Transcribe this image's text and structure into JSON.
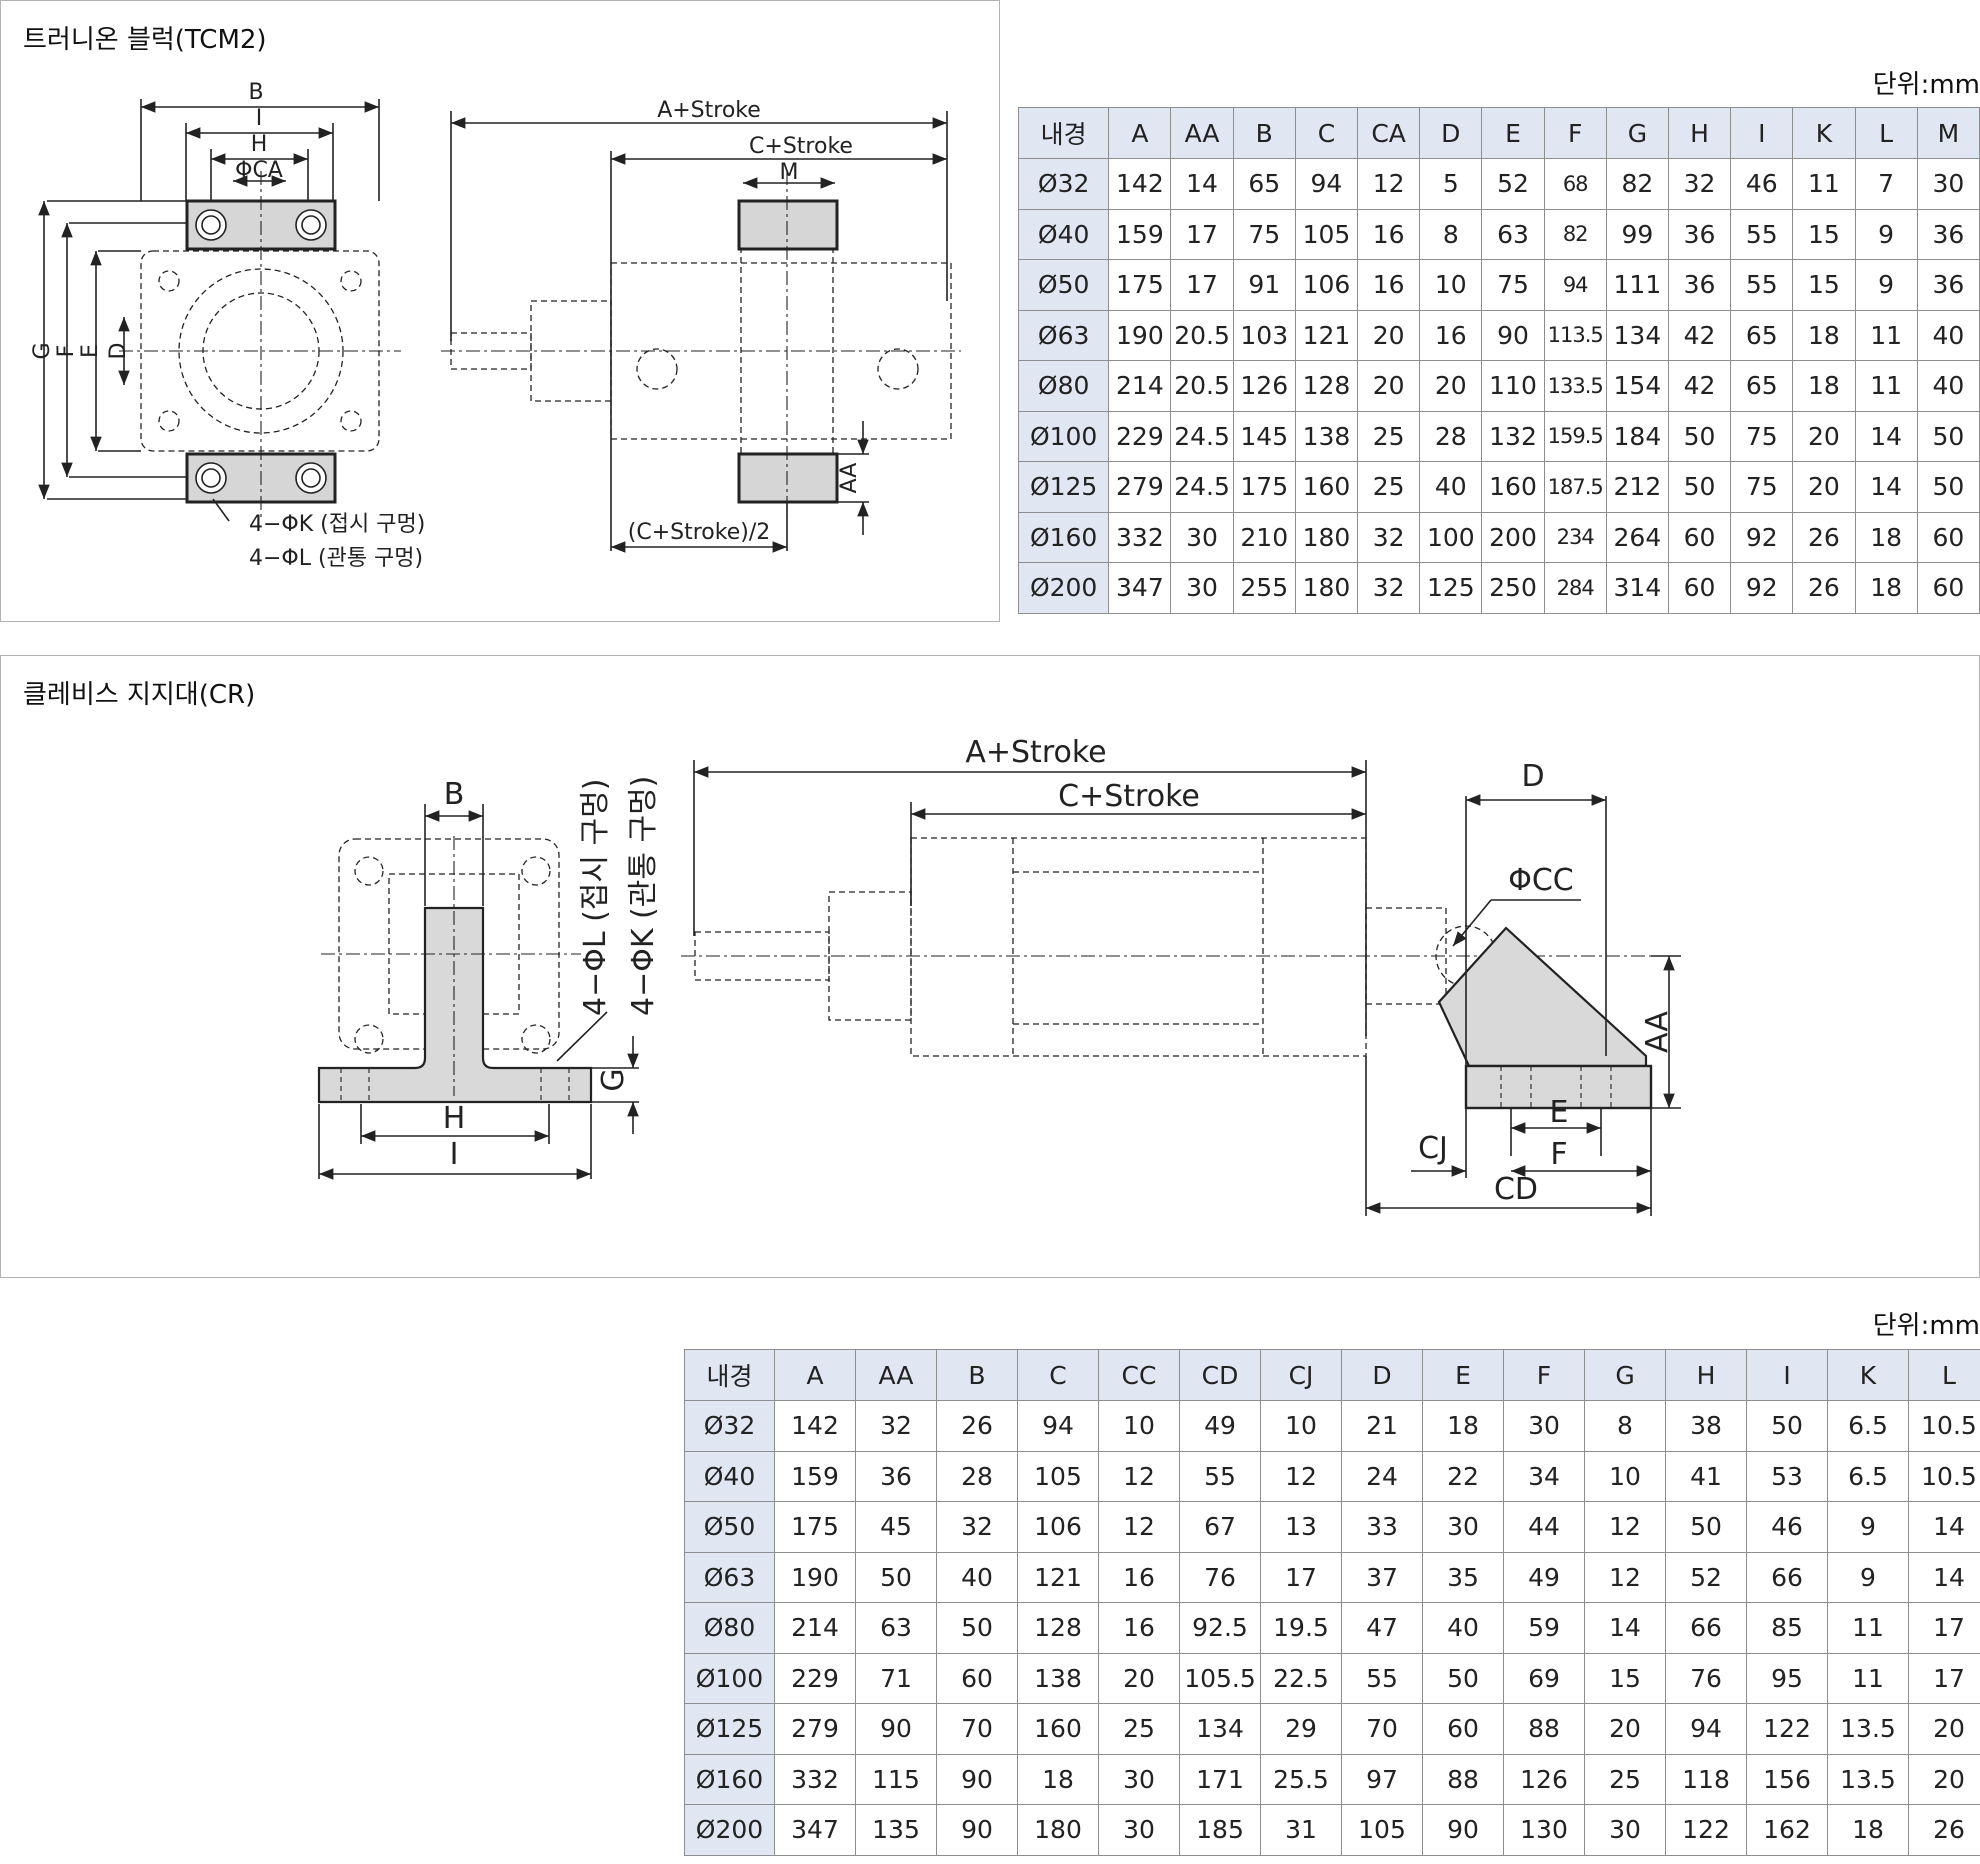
{
  "trunnion": {
    "title": "트러니온 블럭(TCM2)",
    "unit": "단위:mm",
    "headers": [
      "내경",
      "A",
      "AA",
      "B",
      "C",
      "CA",
      "D",
      "E",
      "F",
      "G",
      "H",
      "I",
      "K",
      "L",
      "M"
    ],
    "rows": [
      [
        "Ø32",
        "142",
        "14",
        "65",
        "94",
        "12",
        "5",
        "52",
        "68",
        "82",
        "32",
        "46",
        "11",
        "7",
        "30"
      ],
      [
        "Ø40",
        "159",
        "17",
        "75",
        "105",
        "16",
        "8",
        "63",
        "82",
        "99",
        "36",
        "55",
        "15",
        "9",
        "36"
      ],
      [
        "Ø50",
        "175",
        "17",
        "91",
        "106",
        "16",
        "10",
        "75",
        "94",
        "111",
        "36",
        "55",
        "15",
        "9",
        "36"
      ],
      [
        "Ø63",
        "190",
        "20.5",
        "103",
        "121",
        "20",
        "16",
        "90",
        "113.5",
        "134",
        "42",
        "65",
        "18",
        "11",
        "40"
      ],
      [
        "Ø80",
        "214",
        "20.5",
        "126",
        "128",
        "20",
        "20",
        "110",
        "133.5",
        "154",
        "42",
        "65",
        "18",
        "11",
        "40"
      ],
      [
        "Ø100",
        "229",
        "24.5",
        "145",
        "138",
        "25",
        "28",
        "132",
        "159.5",
        "184",
        "50",
        "75",
        "20",
        "14",
        "50"
      ],
      [
        "Ø125",
        "279",
        "24.5",
        "175",
        "160",
        "25",
        "40",
        "160",
        "187.5",
        "212",
        "50",
        "75",
        "20",
        "14",
        "50"
      ],
      [
        "Ø160",
        "332",
        "30",
        "210",
        "180",
        "32",
        "100",
        "200",
        "234",
        "264",
        "60",
        "92",
        "26",
        "18",
        "60"
      ],
      [
        "Ø200",
        "347",
        "30",
        "255",
        "180",
        "32",
        "125",
        "250",
        "284",
        "314",
        "60",
        "92",
        "26",
        "18",
        "60"
      ]
    ],
    "drawing_labels": {
      "b": "B",
      "i": "I",
      "h": "H",
      "phi_ca": "ΦCA",
      "g": "G",
      "f": "F",
      "e": "E",
      "d": "D",
      "k_hole": "4−ΦK (접시 구멍)",
      "l_hole": "4−ΦL (관통 구멍)",
      "a_stroke": "A+Stroke",
      "c_stroke": "C+Stroke",
      "m": "M",
      "aa": "AA",
      "half_stroke": "(C+Stroke)/2"
    }
  },
  "clevis": {
    "title": "클레비스 지지대(CR)",
    "unit": "단위:mm",
    "headers": [
      "내경",
      "A",
      "AA",
      "B",
      "C",
      "CC",
      "CD",
      "CJ",
      "D",
      "E",
      "F",
      "G",
      "H",
      "I",
      "K",
      "L"
    ],
    "rows": [
      [
        "Ø32",
        "142",
        "32",
        "26",
        "94",
        "10",
        "49",
        "10",
        "21",
        "18",
        "30",
        "8",
        "38",
        "50",
        "6.5",
        "10.5"
      ],
      [
        "Ø40",
        "159",
        "36",
        "28",
        "105",
        "12",
        "55",
        "12",
        "24",
        "22",
        "34",
        "10",
        "41",
        "53",
        "6.5",
        "10.5"
      ],
      [
        "Ø50",
        "175",
        "45",
        "32",
        "106",
        "12",
        "67",
        "13",
        "33",
        "30",
        "44",
        "12",
        "50",
        "46",
        "9",
        "14"
      ],
      [
        "Ø63",
        "190",
        "50",
        "40",
        "121",
        "16",
        "76",
        "17",
        "37",
        "35",
        "49",
        "12",
        "52",
        "66",
        "9",
        "14"
      ],
      [
        "Ø80",
        "214",
        "63",
        "50",
        "128",
        "16",
        "92.5",
        "19.5",
        "47",
        "40",
        "59",
        "14",
        "66",
        "85",
        "11",
        "17"
      ],
      [
        "Ø100",
        "229",
        "71",
        "60",
        "138",
        "20",
        "105.5",
        "22.5",
        "55",
        "50",
        "69",
        "15",
        "76",
        "95",
        "11",
        "17"
      ],
      [
        "Ø125",
        "279",
        "90",
        "70",
        "160",
        "25",
        "134",
        "29",
        "70",
        "60",
        "88",
        "20",
        "94",
        "122",
        "13.5",
        "20"
      ],
      [
        "Ø160",
        "332",
        "115",
        "90",
        "18",
        "30",
        "171",
        "25.5",
        "97",
        "88",
        "126",
        "25",
        "118",
        "156",
        "13.5",
        "20"
      ],
      [
        "Ø200",
        "347",
        "135",
        "90",
        "180",
        "30",
        "185",
        "31",
        "105",
        "90",
        "130",
        "30",
        "122",
        "162",
        "18",
        "26"
      ]
    ],
    "drawing_labels": {
      "b": "B",
      "h": "H",
      "i": "I",
      "g": "G",
      "l_hole": "4−ΦL (접시 구멍)",
      "k_hole": "4−ΦK (관통 구멍)",
      "a_stroke": "A+Stroke",
      "c_stroke": "C+Stroke",
      "d": "D",
      "phi_cc": "ΦCC",
      "aa": "AA",
      "e": "E",
      "f": "F",
      "cj": "CJ",
      "cd": "CD"
    }
  },
  "colors": {
    "header_bg": "#e0e6f2",
    "border": "#8d8d8d",
    "part_fill": "#d9d9d9",
    "line": "#222222"
  }
}
